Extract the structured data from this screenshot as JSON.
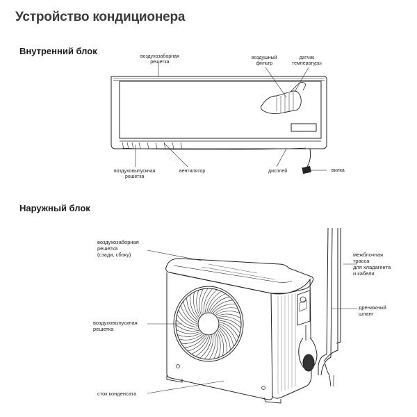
{
  "title": "Устройство кондиционера",
  "indoor": {
    "heading": "Внутренний блок",
    "labels": {
      "intake_grille": [
        "воздухозаборная",
        "решетка"
      ],
      "air_filter": [
        "воздушный",
        "фильтр"
      ],
      "temp_sensor": [
        "датчик",
        "температуры"
      ],
      "outlet_grille": [
        "воздуховыпускная",
        "решетка"
      ],
      "fan": "вентилятор",
      "display": "дисплей",
      "plug": "вилка"
    }
  },
  "outdoor": {
    "heading": "Наружный блок",
    "labels": {
      "intake_grille": [
        "воздухозаборная",
        "решетка",
        "(сзади, сбоку)"
      ],
      "outlet_grille": [
        "воздуховыпускная",
        "решетка"
      ],
      "condensate_drain": "сток конденсата",
      "interblock_line": [
        "межблочная",
        "трасса",
        "для хладагента",
        "и кабели"
      ],
      "drain_hose": [
        "дренажный",
        "шланг"
      ]
    }
  }
}
